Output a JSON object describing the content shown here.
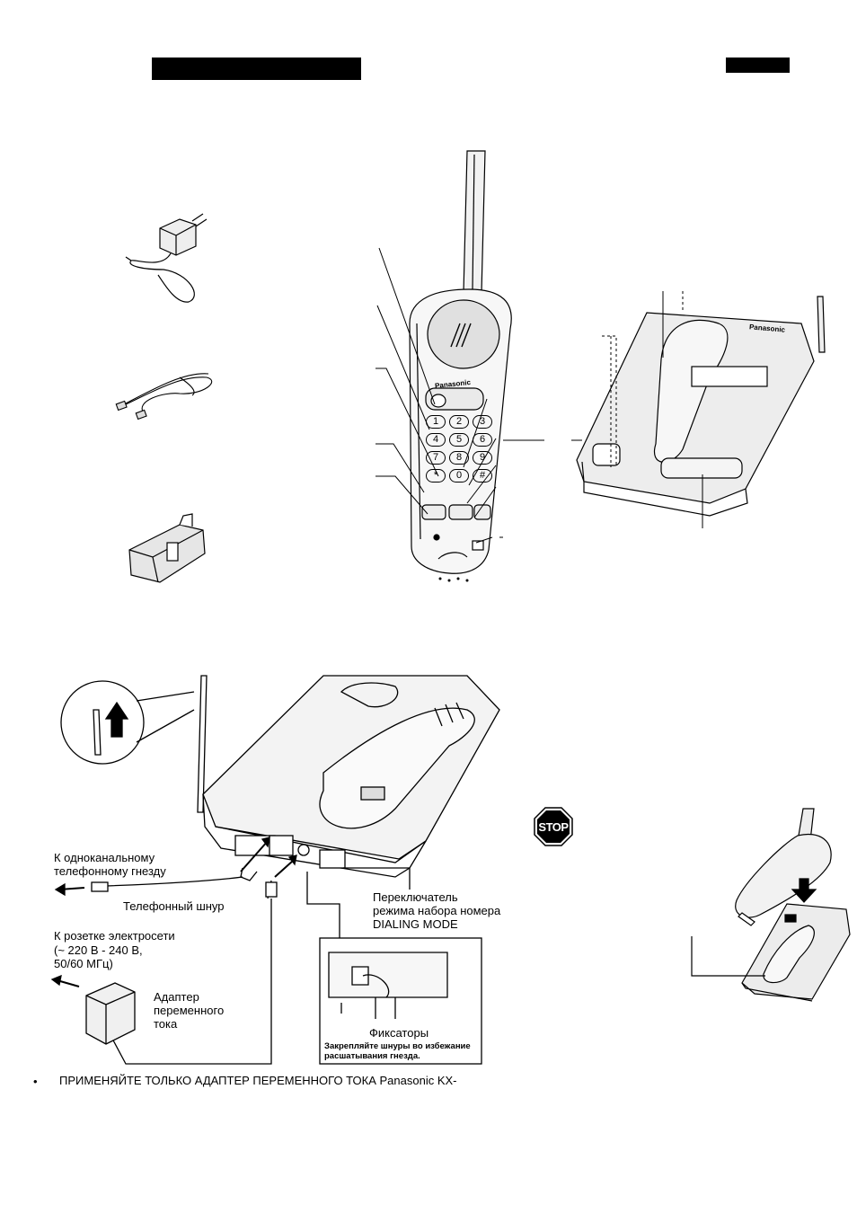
{
  "header": {
    "bar_left_color": "#000000",
    "bar_right_color": "#000000"
  },
  "handset": {
    "brand": "Panasonic",
    "keys": [
      "1",
      "2",
      "3",
      "4",
      "5",
      "6",
      "7",
      "8",
      "9",
      "*",
      "0",
      "#"
    ]
  },
  "base": {
    "brand": "Panasonic"
  },
  "connection": {
    "jack_label_line1": "К одноканальному",
    "jack_label_line2": "телефонному гнезду",
    "phone_cord": "Телефонный шнур",
    "outlet_line1": "К розетке электросети",
    "outlet_line2": "(~ 220 В - 240 В,",
    "outlet_line3": "50/60 МГц)",
    "adapter_line1": "Адаптер",
    "adapter_line2": "переменного",
    "adapter_line3": "тока",
    "switch_line1": "Переключатель",
    "switch_line2": "режима набора номера",
    "switch_line3": "DIALING MODE",
    "clips_title": "Фиксаторы",
    "clips_note1": "Закрепляйте шнуры во избежание",
    "clips_note2": "расшатывания гнезда."
  },
  "stop_sign": "STOP",
  "footer": {
    "bullet": "•",
    "note": "ПРИМЕНЯЙТЕ ТОЛЬКО АДАПТЕР ПЕРЕМЕННОГО ТОКА Panasonic KX-"
  }
}
